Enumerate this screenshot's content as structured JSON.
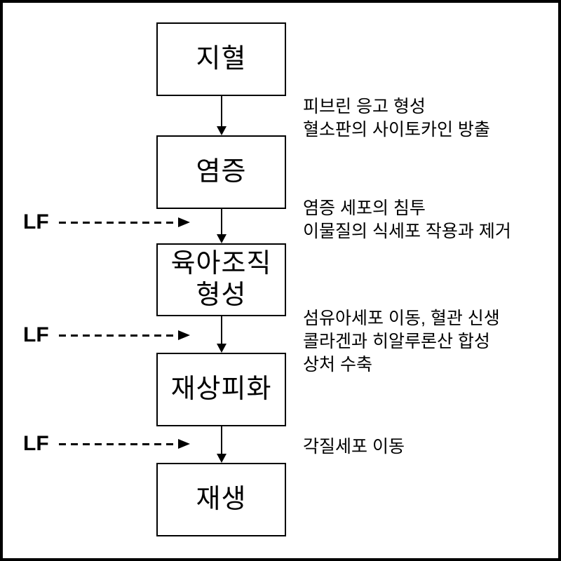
{
  "diagram": {
    "type": "flowchart",
    "topic": "wound healing stages",
    "colors": {
      "background": "#ffffff",
      "line": "#000000",
      "text": "#000000",
      "frame_border": "#000000"
    },
    "boxes": [
      {
        "id": "hemostasis",
        "lines": [
          "지혈"
        ]
      },
      {
        "id": "inflammation",
        "lines": [
          "염증"
        ]
      },
      {
        "id": "granulation",
        "lines": [
          "육아조직",
          "형성"
        ]
      },
      {
        "id": "reepithelialization",
        "lines": [
          "재상피화"
        ]
      },
      {
        "id": "regeneration",
        "lines": [
          "재생"
        ]
      }
    ],
    "annotations": [
      {
        "lines": [
          "피브린 응고 형성",
          "혈소판의 사이토카인 방출"
        ]
      },
      {
        "lines": [
          "염증 세포의 침투",
          "이물질의 식세포 작용과 제거"
        ]
      },
      {
        "lines": [
          "섬유아세포 이동, 혈관 신생",
          "콜라겐과 히알루론산 합성",
          "상처 수축"
        ]
      },
      {
        "lines": [
          "각질세포 이동"
        ]
      }
    ],
    "lf_arrows": [
      {
        "label": "LF"
      },
      {
        "label": "LF"
      },
      {
        "label": "LF"
      }
    ]
  }
}
